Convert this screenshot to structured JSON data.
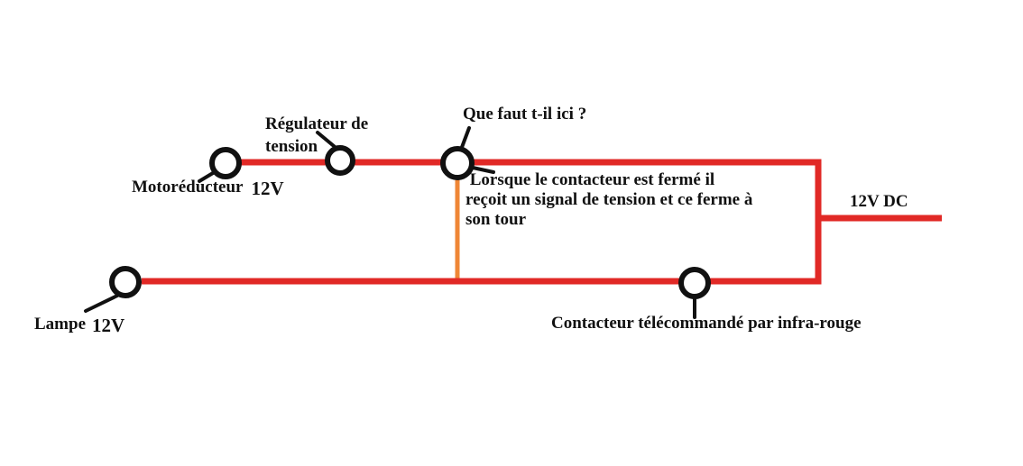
{
  "colors": {
    "background": "#ffffff",
    "wire_red": "#e12926",
    "signal_orange": "#ef8636",
    "ink_black": "#111111"
  },
  "diagram": {
    "labels": {
      "regulateur": "Régulateur de\ntension",
      "motoreducteur": "Motoréducteur",
      "motoreducteur_voltage": "12V",
      "question": "Que faut t-il ici ?",
      "explanation": " Lorsque le contacteur est fermé il\nreçoit un signal de tension et ce ferme à\nson tour",
      "supply": "12V DC",
      "lampe": "Lampe",
      "lampe_voltage": "12V",
      "contacteur": "Contacteur télécommandé par infra-rouge"
    }
  }
}
